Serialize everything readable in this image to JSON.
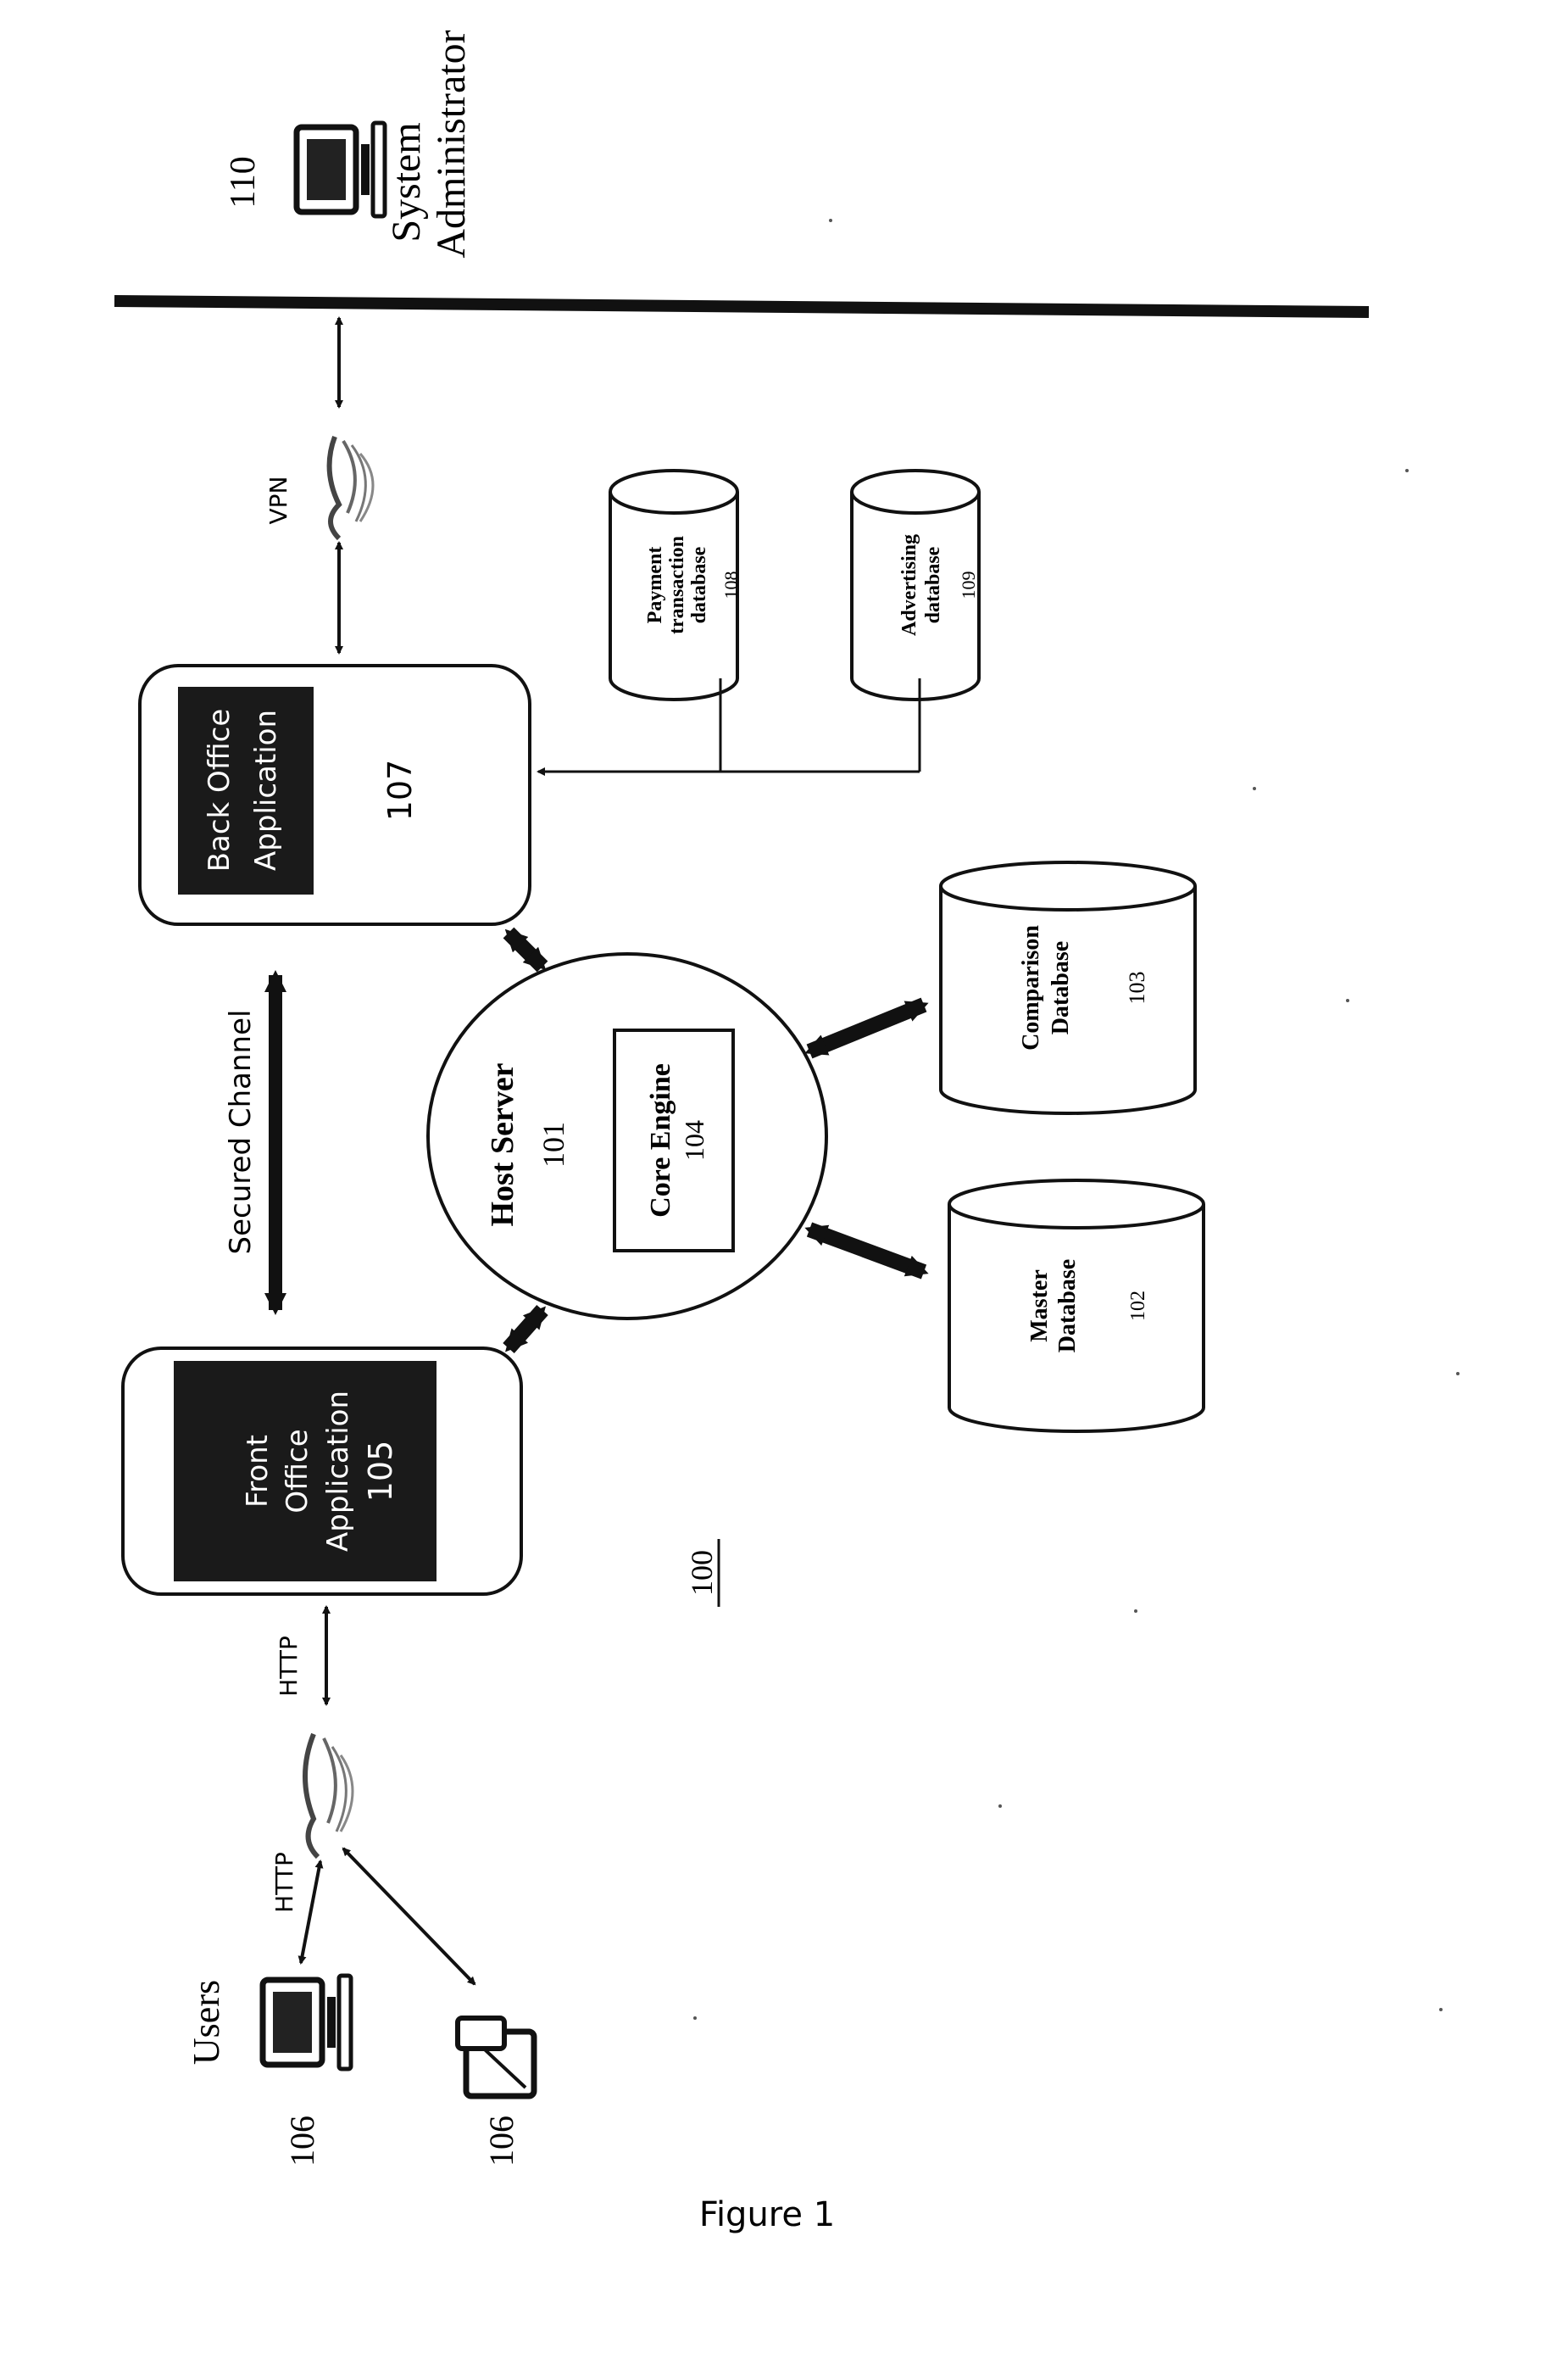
{
  "figure": {
    "caption": "Figure 1",
    "reference": "100"
  },
  "users": {
    "heading": "Users",
    "desktop_id": "106",
    "mobile_id": "106"
  },
  "admin": {
    "id": "110",
    "label_line1": "System",
    "label_line2": "Administrator"
  },
  "front_office": {
    "line1": "Front",
    "line2": "Office",
    "line3": "Application",
    "id": "105"
  },
  "back_office": {
    "line1": "Back Office",
    "line2": "Application",
    "id": "107"
  },
  "host_server": {
    "title": "Host Server",
    "id": "101",
    "engine_line1": "Core Engine",
    "engine_line2": "104"
  },
  "connections": {
    "http_upper": "HTTP",
    "http_lower": "HTTP",
    "secured_channel": "Secured Channel",
    "vpn": "VPN"
  },
  "databases": {
    "master": {
      "line1": "Master",
      "line2": "Database",
      "id": "102"
    },
    "comparison": {
      "line1": "Comparison",
      "line2": "Database",
      "id": "103"
    },
    "payment": {
      "line1": "Payment",
      "line2": "transaction",
      "line3": "database",
      "id": "108"
    },
    "advertising": {
      "line1": "Advertising",
      "line2": "database",
      "id": "109"
    }
  },
  "colors": {
    "ink": "#111111",
    "panel_fill": "#1a1a1a",
    "panel_text": "#ffffff"
  }
}
